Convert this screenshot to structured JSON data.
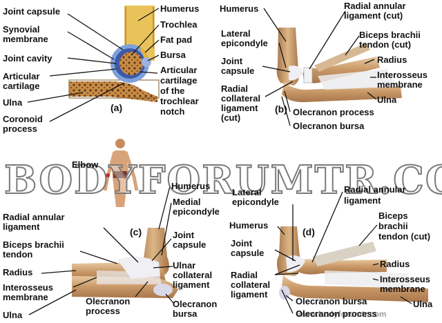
{
  "panel_a": {
    "tag": "(a)",
    "labels": {
      "joint_capsule": "Joint capsule",
      "synovial": "Synovial",
      "membrane": "membrane",
      "joint_cavity": "Joint cavity",
      "articular": "Articular",
      "cartilage": "cartilage",
      "ulna": "Ulna",
      "coronoid": "Coronoid",
      "process": "process",
      "humerus": "Humerus",
      "trochlea": "Trochlea",
      "fat_pad": "Fat pad",
      "bursa": "Bursa",
      "art_cart_l1": "Articular",
      "art_cart_l2": "cartilage",
      "art_cart_l3": "of the",
      "art_cart_l4": "trochlear",
      "art_cart_l5": "notch"
    }
  },
  "panel_b": {
    "tag": "(b)",
    "labels": {
      "humerus": "Humerus",
      "lateral": "Lateral",
      "epicondyle": "epicondyle",
      "joint": "Joint",
      "capsule": "capsule",
      "radial": "Radial",
      "collateral": "collateral",
      "ligament_cut": "ligament",
      "cut": "(cut)",
      "radial_annular_1": "Radial annular",
      "radial_annular_2": "ligament (cut)",
      "biceps_1": "Biceps brachii",
      "biceps_2": "tendon (cut)",
      "radius": "Radius",
      "interosseus_1": "Interosseus",
      "interosseus_2": "membrane",
      "ulna": "Ulna",
      "olecranon_process": "Olecranon process",
      "olecranon_bursa": "Olecranon bursa"
    }
  },
  "figure_label": "Elbow",
  "watermark": "BODYFORUMTR.COM",
  "watermark_small": "www.bodyforumtr.com",
  "panel_c": {
    "tag": "(c)",
    "labels": {
      "humerus": "Humerus",
      "medial": "Medial",
      "epicondyle": "epicondyle",
      "joint": "Joint",
      "capsule": "capsule",
      "ulnar": "Ulnar",
      "collateral": "collateral",
      "ligament": "ligament",
      "olecranon_1": "Olecranon",
      "olecranon_2": "bursa",
      "radial_annular_1": "Radial annular",
      "radial_annular_2": "ligament",
      "biceps_1": "Biceps brachii",
      "biceps_2": "tendon",
      "radius": "Radius",
      "interosseus_1": "Interosseus",
      "interosseus_2": "membrane",
      "ulna": "Ulna",
      "olec_process_1": "Olecranon",
      "olec_process_2": "process"
    }
  },
  "panel_d": {
    "tag": "(d)",
    "labels": {
      "lateral": "Lateral",
      "epicondyle": "epicondyle",
      "humerus": "Humerus",
      "joint": "Joint",
      "capsule": "capsule",
      "radial": "Radial",
      "collateral": "collateral",
      "ligament": "ligament",
      "radial_annular_1": "Radial annular",
      "radial_annular_2": "ligament",
      "biceps_1": "Biceps",
      "biceps_2": "brachii",
      "biceps_3": "tendon (cut)",
      "radius": "Radius",
      "interosseus_1": "Interosseus",
      "interosseus_2": "membrane",
      "ulna": "Ulna",
      "olecranon_bursa": "Olecranon bursa",
      "olecranon_process": "Olecranon process"
    }
  },
  "colors": {
    "bone": "#d9b48a",
    "bone_dark": "#b98a5c",
    "cartilage": "#6f88c9",
    "ligament": "#e7e7ec",
    "marrow": "#e3b24a",
    "skin": "#d9a37a"
  }
}
